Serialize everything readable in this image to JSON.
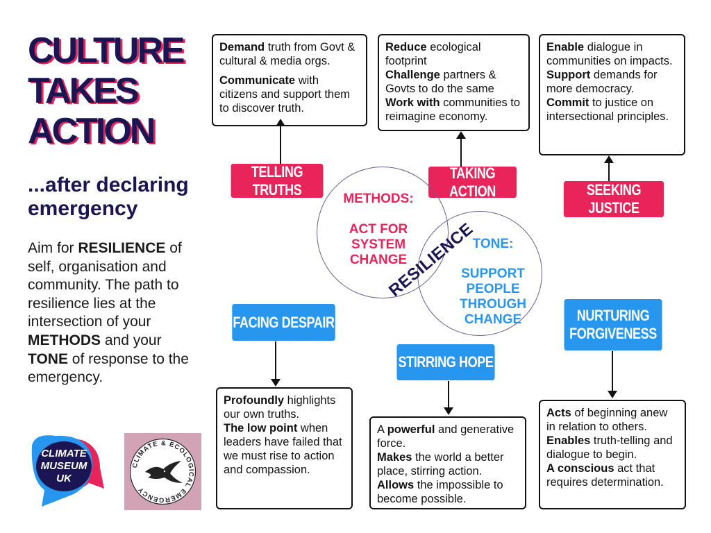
{
  "title": {
    "line1": "CULTURE",
    "line2": "TAKES",
    "line3": "ACTION"
  },
  "subtitle": "...after declaring emergency",
  "aim": {
    "p1": "Aim for ",
    "b1": "RESILIENCE",
    "p2": " of self, organisation and community. The path to resilience lies at the intersection of your ",
    "b2": "METHODS",
    "p3": " and your ",
    "b3": "TONE",
    "p4": " of response to the emergency."
  },
  "labels": {
    "telling_truths": "TELLING TRUTHS",
    "taking_action": "TAKING ACTION",
    "seeking_justice": "SEEKING JUSTICE",
    "facing_despair": "FACING DESPAIR",
    "stirring_hope": "STIRRING HOPE",
    "nurturing_forgiveness_1": "NURTURING",
    "nurturing_forgiveness_2": "FORGIVENESS"
  },
  "boxes": {
    "telling": {
      "b1": "Demand",
      "t1": " truth from Govt & cultural & media orgs.",
      "b2": "Communicate",
      "t2": " with citizens and support them to discover truth."
    },
    "action": {
      "b1": "Reduce",
      "t1": " ecological footprint",
      "b2": "Challenge",
      "t2": " partners & Govts to do the same",
      "b3": "Work with",
      "t3": " communities to reimagine economy."
    },
    "justice": {
      "b1": "Enable",
      "t1": " dialogue in communities on impacts.",
      "b2": "Support",
      "t2": " demands for more democracy.",
      "b3": "Commit",
      "t3": " to justice on intersectional principles."
    },
    "despair": {
      "b1": "Profoundly",
      "t1": " highlights our own truths.",
      "b2": "The low point",
      "t2": " when leaders have failed that we must rise to action and compassion."
    },
    "hope": {
      "t0": "A ",
      "b1": "powerful",
      "t1": " and generative force.",
      "b2": "Makes",
      "t2": " the world a better place, stirring action.",
      "b3": "Allows",
      "t3": " the impossible to become possible."
    },
    "forgiveness": {
      "b1": "Acts",
      "t1": " of beginning anew in relation to others.",
      "b2": "Enables",
      "t2": " truth-telling and dialogue to begin.",
      "b3": "A conscious",
      "t3": " act that requires determination."
    }
  },
  "venn": {
    "methods_title": "METHODS:",
    "methods_1": "ACT FOR",
    "methods_2": "SYSTEM",
    "methods_3": "CHANGE",
    "tone_title": "TONE:",
    "tone_1": "SUPPORT",
    "tone_2": "PEOPLE",
    "tone_3": "THROUGH",
    "tone_4": "CHANGE",
    "resilience": "RESILIENCE"
  },
  "logos": {
    "cmuk_1": "CLIMATE",
    "cmuk_2": "MUSEUM",
    "cmuk_3": "UK",
    "cee_text": "CLIMATE & ECOLOGICAL EMERGENCY"
  },
  "colors": {
    "pink": "#e8245a",
    "blue": "#2796ee",
    "navy": "#1c1553"
  }
}
